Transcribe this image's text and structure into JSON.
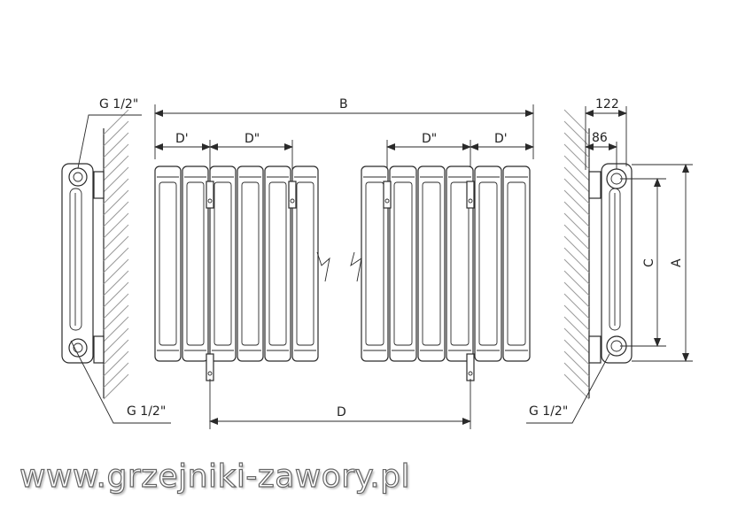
{
  "dimensions": {
    "B": "B",
    "D_prime_left": "D'",
    "D_double_left": "D\"",
    "D_double_right": "D\"",
    "D_prime_right": "D'",
    "D": "D",
    "C": "C",
    "A": "A",
    "depth_total": "122",
    "depth_inner": "86"
  },
  "connections": {
    "top_left": "G 1/2\"",
    "bottom_left": "G 1/2\"",
    "bottom_right": "G 1/2\""
  },
  "watermark": "www.grzejniki-zawory.pl"
}
